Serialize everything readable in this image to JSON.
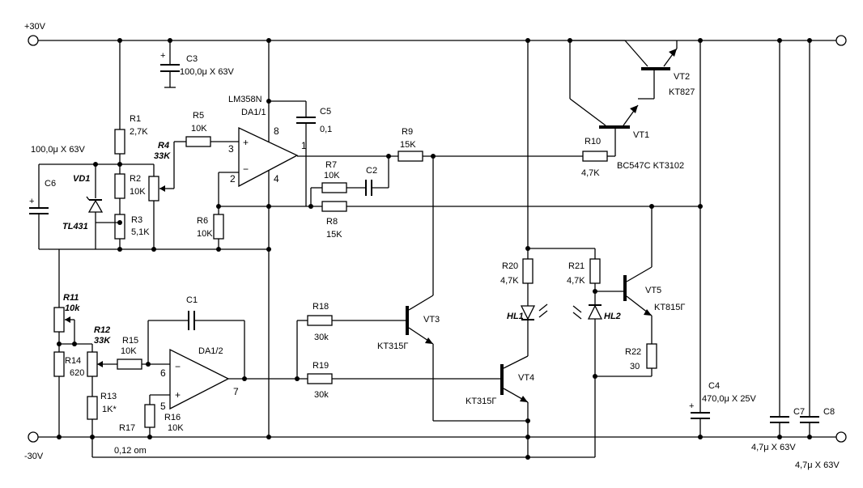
{
  "rails": {
    "plus": "+30V",
    "minus": "-30V"
  },
  "opamps": {
    "u1": {
      "part": "LM358N",
      "name": "DA1/1",
      "pins": [
        "8",
        "3",
        "2",
        "1",
        "4"
      ]
    },
    "u2": {
      "name": "DA1/2",
      "pins": [
        "6",
        "5",
        "7"
      ]
    }
  },
  "resistors": {
    "r1": {
      "name": "R1",
      "value": "2,7K"
    },
    "r2": {
      "name": "R2",
      "value": "10K"
    },
    "r3": {
      "name": "R3",
      "value": "5,1K"
    },
    "r4": {
      "name": "R4",
      "value": "33K"
    },
    "r5": {
      "name": "R5",
      "value": "10K"
    },
    "r6": {
      "name": "R6",
      "value": "10K"
    },
    "r7": {
      "name": "R7",
      "value": "10K"
    },
    "r8": {
      "name": "R8",
      "value": "15K"
    },
    "r9": {
      "name": "R9",
      "value": "15K"
    },
    "r10": {
      "name": "R10",
      "value": "4,7K"
    },
    "r11": {
      "name": "R11",
      "value": "10k"
    },
    "r12": {
      "name": "R12",
      "value": "33K"
    },
    "r13": {
      "name": "R13",
      "value": "1K*"
    },
    "r14": {
      "name": "R14",
      "value": "620"
    },
    "r15": {
      "name": "R15",
      "value": "10K"
    },
    "r16": {
      "name": "R16",
      "value": "10K"
    },
    "r17": {
      "name": "R17",
      "value": "0,12 om"
    },
    "r18": {
      "name": "R18",
      "value": "30k"
    },
    "r19": {
      "name": "R19",
      "value": "30k"
    },
    "r20": {
      "name": "R20",
      "value": "4,7K"
    },
    "r21": {
      "name": "R21",
      "value": "4,7K"
    },
    "r22": {
      "name": "R22",
      "value": "30"
    }
  },
  "capacitors": {
    "c1": {
      "name": "C1"
    },
    "c2": {
      "name": "C2"
    },
    "c3": {
      "name": "C3",
      "value": "100,0μ X 63V"
    },
    "c4": {
      "name": "C4",
      "value": "470,0μ X 25V"
    },
    "c5": {
      "name": "C5",
      "value": "0,1"
    },
    "c6": {
      "name": "C6",
      "value": "100,0μ X 63V"
    },
    "c7": {
      "name": "C7",
      "value": "4,7μ X 63V"
    },
    "c8": {
      "name": "C8",
      "value": "4,7μ X 63V"
    }
  },
  "semis": {
    "vd1": {
      "name": "VD1",
      "part": "TL431"
    },
    "vt1": {
      "name": "VT1",
      "part": "BC547C KT3102"
    },
    "vt2": {
      "name": "VT2",
      "part": "KT827"
    },
    "vt3": {
      "name": "VT3",
      "part": "KT315Г"
    },
    "vt4": {
      "name": "VT4",
      "part": "KT315Г"
    },
    "vt5": {
      "name": "VT5",
      "part": "KT815Г"
    },
    "hl1": {
      "name": "HL1"
    },
    "hl2": {
      "name": "HL2"
    }
  }
}
